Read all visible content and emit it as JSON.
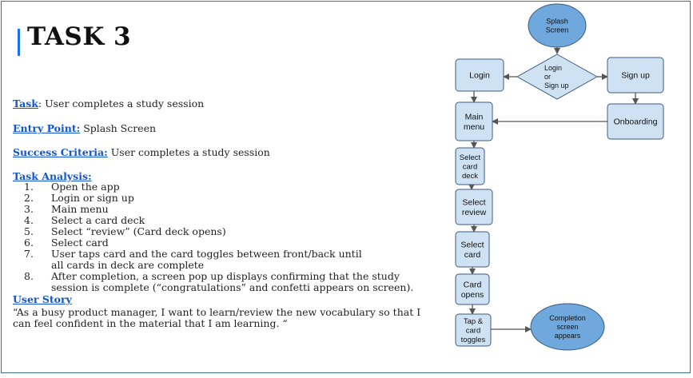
{
  "title": "TASK 3",
  "task": {
    "label": "Task",
    "value": ": User completes a study session"
  },
  "entry_point": {
    "label": "Entry Point:",
    "value": " Splash Screen"
  },
  "success": {
    "label": "Success Criteria:",
    "value": " User completes a study session"
  },
  "analysis": {
    "label": "Task Analysis:",
    "steps": [
      {
        "num": "1.",
        "lines": [
          "Open the app"
        ]
      },
      {
        "num": "2.",
        "lines": [
          "Login or sign up"
        ]
      },
      {
        "num": "3.",
        "lines": [
          "Main menu"
        ]
      },
      {
        "num": "4.",
        "lines": [
          "Select a card deck"
        ]
      },
      {
        "num": "5.",
        "lines": [
          "Select “review” (Card deck opens)"
        ]
      },
      {
        "num": "6.",
        "lines": [
          "Select card"
        ]
      },
      {
        "num": "7.",
        "lines": [
          "User taps card and the card toggles between front/back until",
          "all cards in deck are complete"
        ]
      },
      {
        "num": "8.",
        "lines": [
          "After completion, a screen pop up displays confirming that the study",
          "session is complete (“congratulations” and confetti appears on screen)."
        ]
      }
    ]
  },
  "user_story": {
    "label": "User Story",
    "lines": [
      "“As a busy product manager, I want to learn/review the new vocabulary so that I",
      "can feel confident in the material that I am learning. “"
    ]
  },
  "flowchart": {
    "colors": {
      "fill": "#cfe2f3",
      "oval_fill": "#6fa8dc",
      "stroke": "#3d5a80",
      "arrow": "#555555"
    },
    "nodes": [
      {
        "id": "splash",
        "lines": [
          "Splash",
          "Screen"
        ]
      },
      {
        "id": "decision",
        "lines": [
          "Login",
          "or",
          "Sign up"
        ]
      },
      {
        "id": "login",
        "lines": [
          "Login"
        ]
      },
      {
        "id": "signup",
        "lines": [
          "Sign up"
        ]
      },
      {
        "id": "main_menu",
        "lines": [
          "Main",
          "menu"
        ]
      },
      {
        "id": "onboarding",
        "lines": [
          "Onboarding"
        ]
      },
      {
        "id": "select_deck",
        "lines": [
          "Select",
          "card",
          "deck"
        ]
      },
      {
        "id": "select_review",
        "lines": [
          "Select",
          "review"
        ]
      },
      {
        "id": "select_card",
        "lines": [
          "Select",
          "card"
        ]
      },
      {
        "id": "card_opens",
        "lines": [
          "Card",
          "opens"
        ]
      },
      {
        "id": "tap_toggles",
        "lines": [
          "Tap &",
          "card",
          "toggles"
        ]
      },
      {
        "id": "completion",
        "lines": [
          "Completion",
          "screen",
          "appears"
        ]
      }
    ]
  }
}
